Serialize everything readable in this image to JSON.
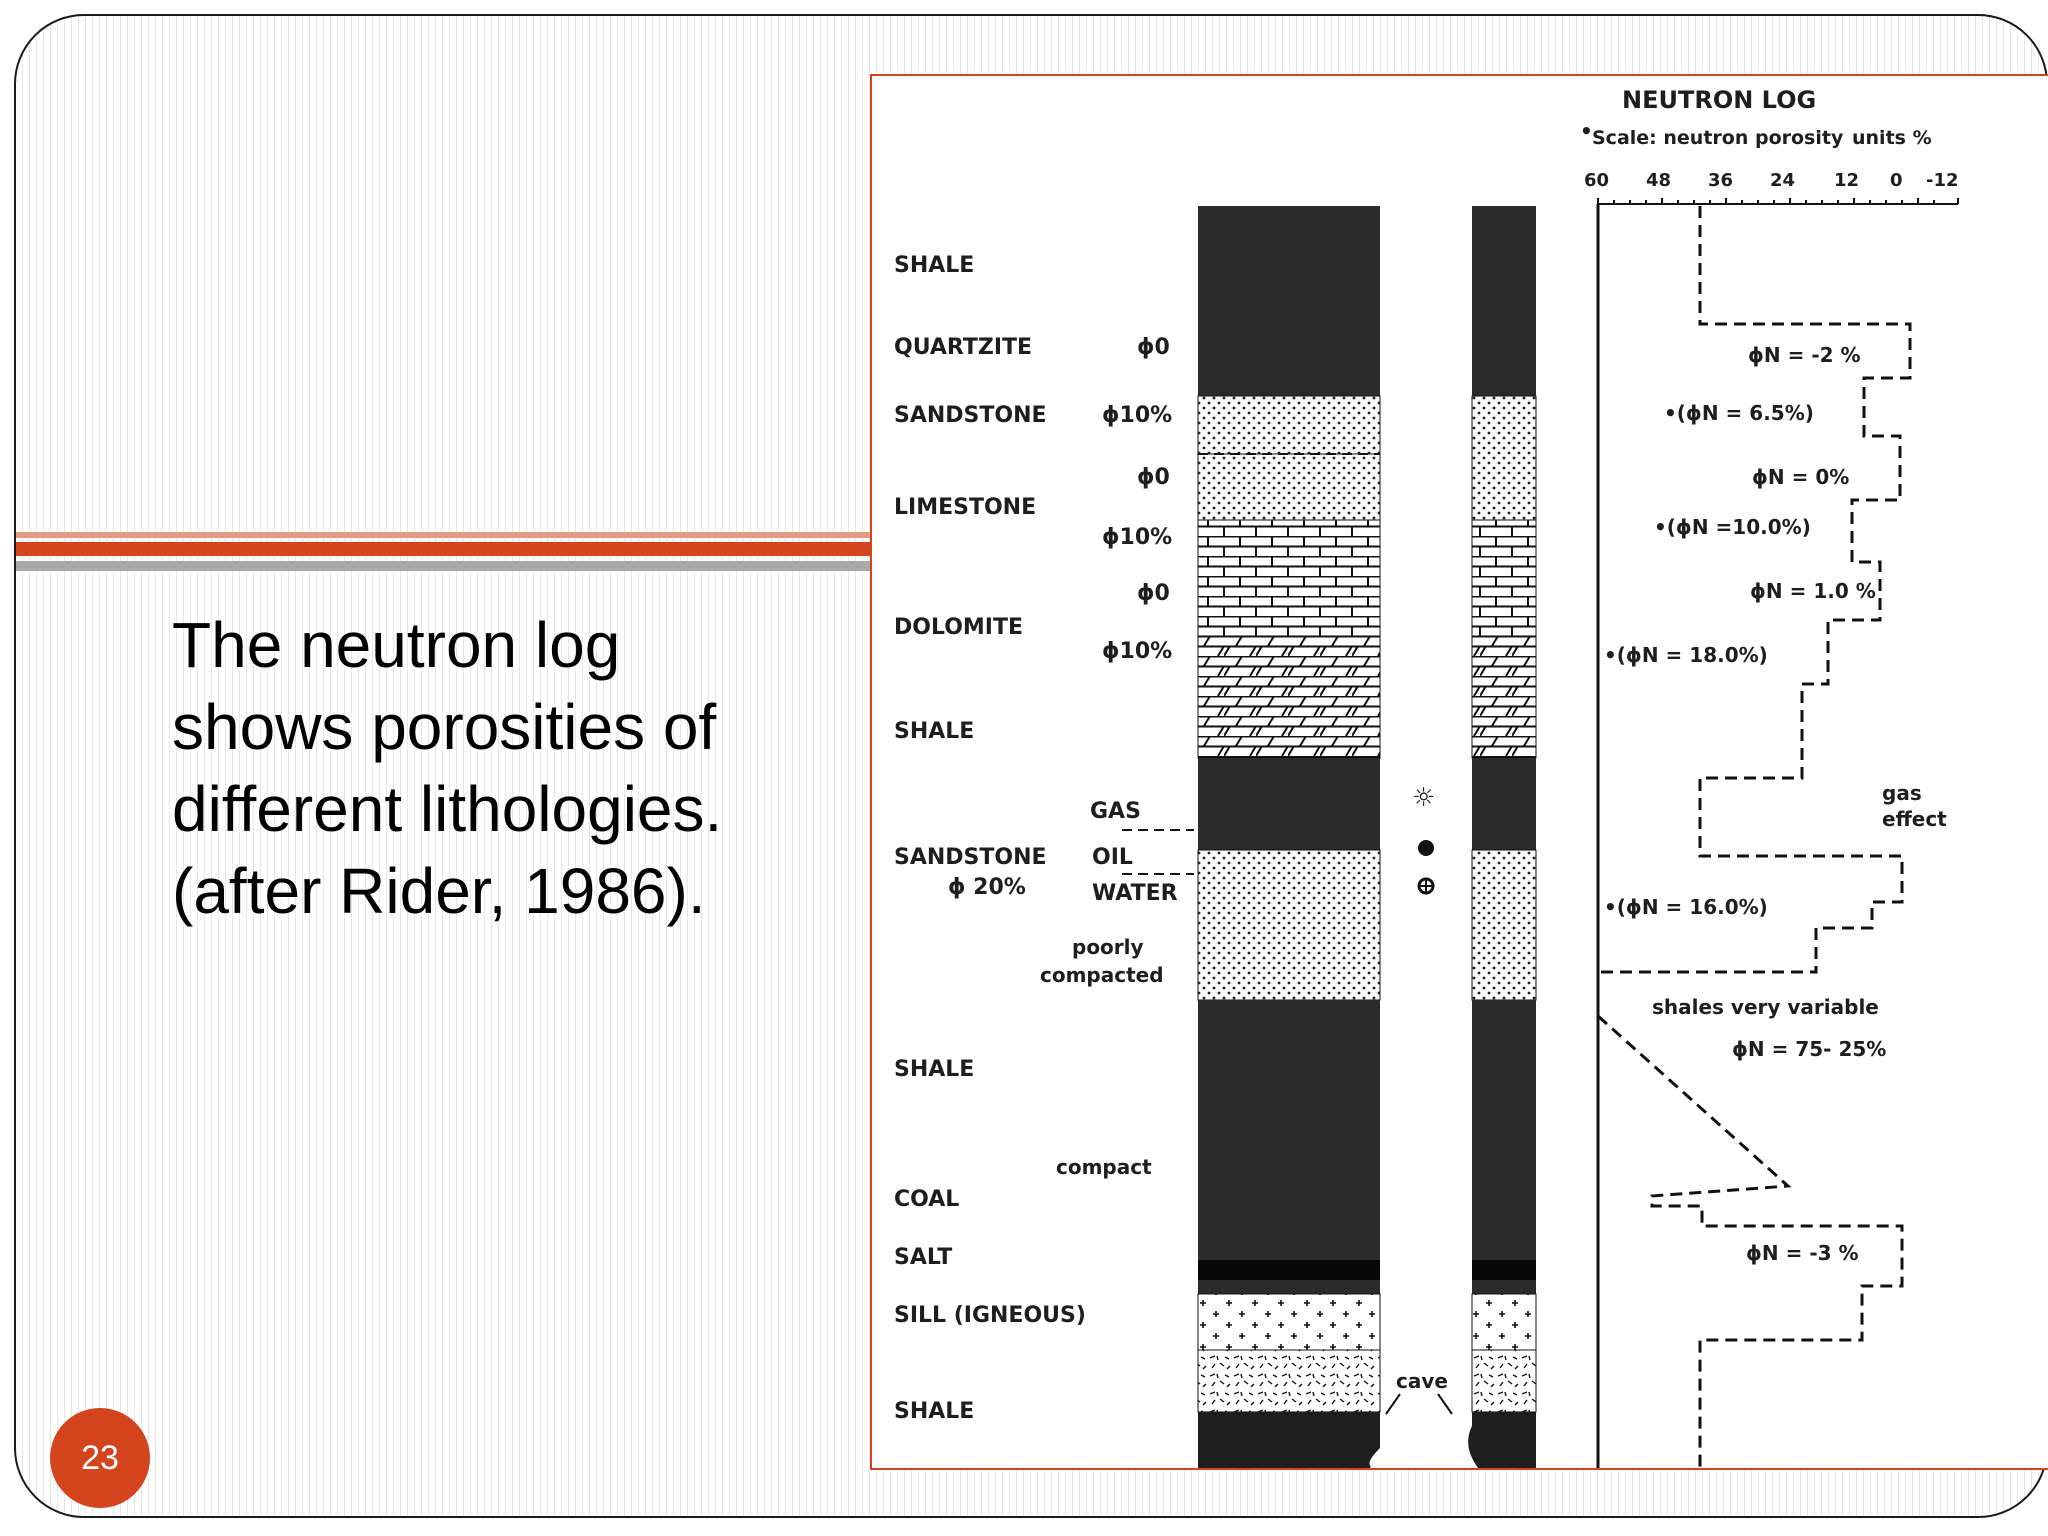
{
  "slide": {
    "number": "23",
    "body_lines": [
      "The neutron log",
      "shows porosities of",
      "different lithologies.",
      "(after Rider, 1986)."
    ]
  },
  "figure": {
    "header": {
      "title": "NEUTRON LOG",
      "scale_label": "Scale: neutron porosity",
      "units_label": "units %",
      "ticks": [
        "60",
        "48",
        "36",
        "24",
        "12",
        "0",
        "-12"
      ]
    },
    "lithologies": [
      {
        "name": "SHALE",
        "porosity": ""
      },
      {
        "name": "QUARTZITE",
        "porosity": "ϕ0"
      },
      {
        "name": "SANDSTONE",
        "porosity": "ϕ10%"
      },
      {
        "name": "LIMESTONE",
        "porosity_top": "ϕ0",
        "porosity_bottom": "ϕ10%"
      },
      {
        "name": "DOLOMITE",
        "porosity_top": "ϕ0",
        "porosity_bottom": "ϕ10%"
      },
      {
        "name": "SHALE"
      },
      {
        "name": "SANDSTONE",
        "porosity": "ϕ 20%",
        "fluids": [
          "GAS",
          "OIL",
          "WATER"
        ]
      },
      {
        "name": "SHALE",
        "notes": [
          "poorly",
          "compacted",
          "compact"
        ]
      },
      {
        "name": "COAL"
      },
      {
        "name": "SALT"
      },
      {
        "name": "SILL (IGNEOUS)"
      },
      {
        "name": "SHALE"
      }
    ],
    "cave_label": "cave",
    "log_annotations": [
      "ϕN = -2 %",
      "•(ϕN = 6.5%)",
      "ϕN = 0%",
      "•(ϕN =10.0%)",
      "ϕN = 1.0 %",
      "•(ϕN = 18.0%)",
      "gas",
      "effect",
      "•(ϕN = 16.0%)",
      "shales very variable",
      "ϕN = 75- 25%",
      "ϕN = -3 %"
    ],
    "colors": {
      "accent": "#d4451d",
      "shale_fill": "#2b2b2b"
    }
  }
}
